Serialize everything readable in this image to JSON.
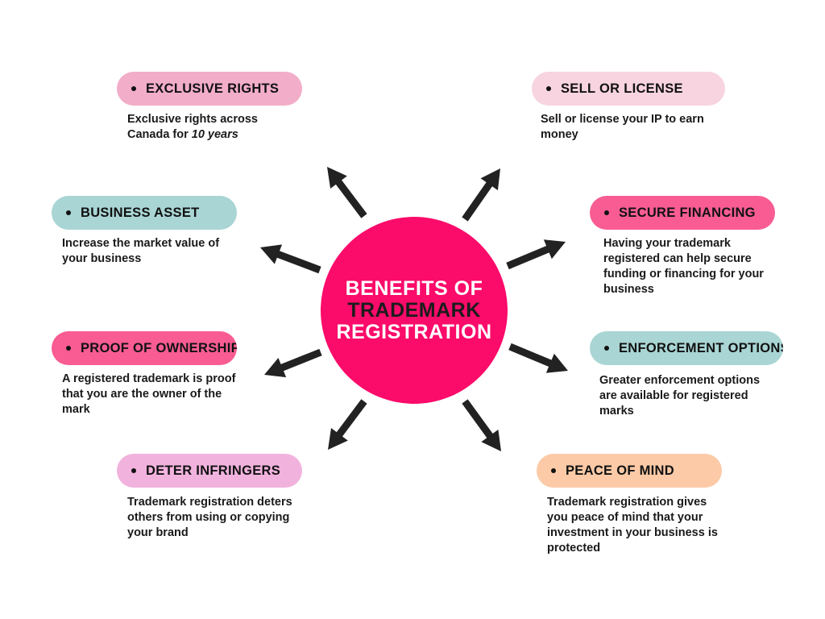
{
  "center": {
    "line1": "BENEFITS OF",
    "line2": "TRADEMARK",
    "line3": "REGISTRATION",
    "color": "#fb0b6a"
  },
  "benefits": {
    "exclusive_rights": {
      "title": "EXCLUSIVE RIGHTS",
      "desc_part1": "Exclusive rights across Canada for ",
      "desc_emphasis": "10 years",
      "color": "#f2adc8"
    },
    "sell_or_license": {
      "title": "SELL OR LICENSE",
      "desc": "Sell or license your IP to earn money",
      "color": "#f7d4e0"
    },
    "business_asset": {
      "title": "BUSINESS ASSET",
      "desc": "Increase the market value of your business",
      "color": "#a9d5d4"
    },
    "secure_financing": {
      "title": "SECURE FINANCING",
      "desc": "Having your trademark registered can help secure funding or financing for your business",
      "color": "#f85c93"
    },
    "proof_of_ownership": {
      "title": "PROOF OF OWNERSHIP",
      "desc": "A registered trademark is proof that you are the owner of the mark",
      "color": "#f85c93"
    },
    "enforcement_options": {
      "title": "ENFORCEMENT OPTIONS",
      "desc": "Greater enforcement options are available for registered marks",
      "color": "#a9d5d4"
    },
    "deter_infringers": {
      "title": "DETER INFRINGERS",
      "desc": "Trademark registration deters others from using or copying your brand",
      "color": "#f1b3de"
    },
    "peace_of_mind": {
      "title": "PEACE OF MIND",
      "desc": "Trademark registration gives you peace of mind that your investment in your business is protected",
      "color": "#fccaa7"
    }
  },
  "arrow_color": "#222222"
}
